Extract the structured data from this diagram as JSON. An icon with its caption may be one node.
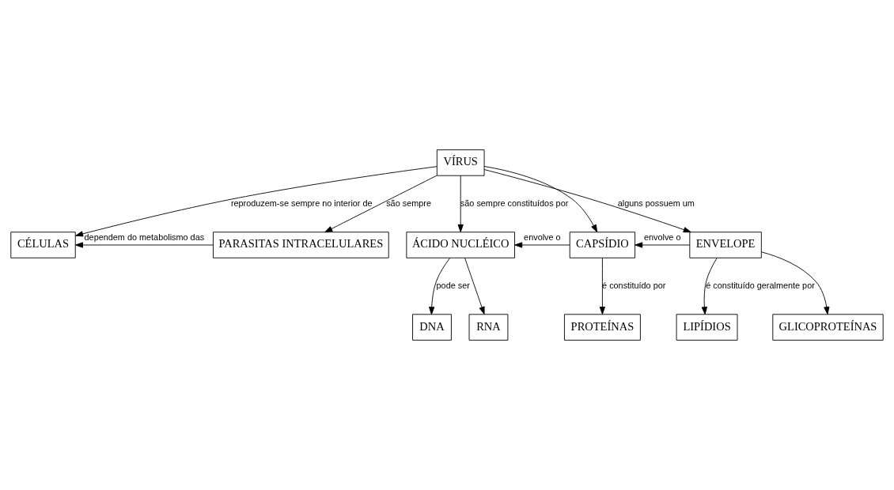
{
  "diagram": {
    "nodes": [
      {
        "text": [
          "VÍRUS"
        ]
      },
      {
        "text": [
          "CÉLULAS"
        ]
      },
      {
        "text": [
          "PARASITAS INTRACELULARES"
        ]
      },
      {
        "text": [
          "ÁCIDO NUCLÉICO"
        ]
      },
      {
        "text": [
          "CAPSÍDIO"
        ]
      },
      {
        "text": [
          "ENVELOPE"
        ]
      },
      {
        "text": [
          "DNA"
        ]
      },
      {
        "text": [
          "RNA"
        ]
      },
      {
        "text": [
          "PROTEÍNAS"
        ]
      },
      {
        "text": [
          "LIPÍDIOS"
        ]
      },
      {
        "text": [
          "GLICOPROTEÍNAS"
        ]
      }
    ],
    "edges": [
      {
        "from": 0,
        "to": 1,
        "arrow": "to",
        "label": "reproduzem-se sempre no interior de"
      },
      {
        "from": 0,
        "to": 2,
        "arrow": "to",
        "label": "são sempre"
      },
      {
        "from": 0,
        "to": 3,
        "arrow": "to",
        "label": "são sempre constituídos por"
      },
      {
        "from": 0,
        "to": 4,
        "arrow": "to"
      },
      {
        "from": 0,
        "to": 5,
        "arrow": "to",
        "label": "alguns possuem um"
      },
      {
        "from": 4,
        "to": 3,
        "arrow": "to",
        "label": "envolve o"
      },
      {
        "from": 5,
        "to": 4,
        "arrow": "to",
        "label": "envolve o"
      },
      {
        "from": 2,
        "to": 1,
        "arrow": "to",
        "label": "dependem do metabolismo das"
      },
      {
        "from": 3,
        "to": 6,
        "arrow": "to",
        "label": "pode ser"
      },
      {
        "from": 3,
        "to": 7,
        "arrow": "to"
      },
      {
        "from": 4,
        "to": 8,
        "arrow": "to",
        "label": "é constituído por"
      },
      {
        "from": 5,
        "to": 9,
        "arrow": "to",
        "label": "é constituído geralmente por"
      },
      {
        "from": 5,
        "to": 10,
        "arrow": "to"
      }
    ]
  }
}
